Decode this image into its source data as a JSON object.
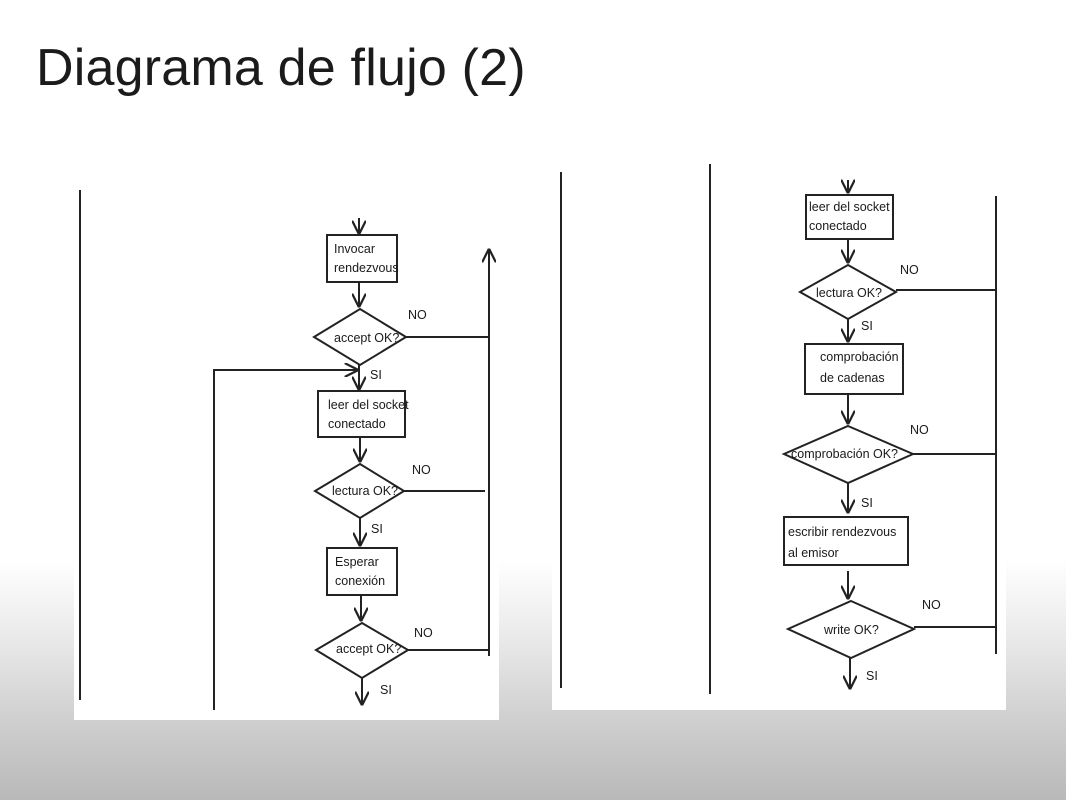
{
  "title": "Diagrama de flujo (2)",
  "left_diagram": {
    "step1": [
      "Invocar",
      "rendezvous"
    ],
    "dec1": "accept OK?",
    "dec1_no": "NO",
    "dec1_yes": "SI",
    "step2": [
      "leer del socket",
      "conectado"
    ],
    "dec2": "lectura OK?",
    "dec2_no": "NO",
    "dec2_yes": "SI",
    "step3": [
      "Esperar",
      "conexión"
    ],
    "dec3": "accept OK?",
    "dec3_no": "NO",
    "dec3_yes": "SI"
  },
  "right_diagram": {
    "step1": [
      "leer del socket",
      "conectado"
    ],
    "dec1": "lectura OK?",
    "dec1_no": "NO",
    "dec1_yes": "SI",
    "step2": [
      "comprobación",
      "de cadenas"
    ],
    "dec2": "comprobación OK?",
    "dec2_no": "NO",
    "dec2_yes": "SI",
    "step3": [
      "escribir rendezvous",
      "al emisor"
    ],
    "dec3": "write OK?",
    "dec3_no": "NO",
    "dec3_yes": "SI"
  }
}
